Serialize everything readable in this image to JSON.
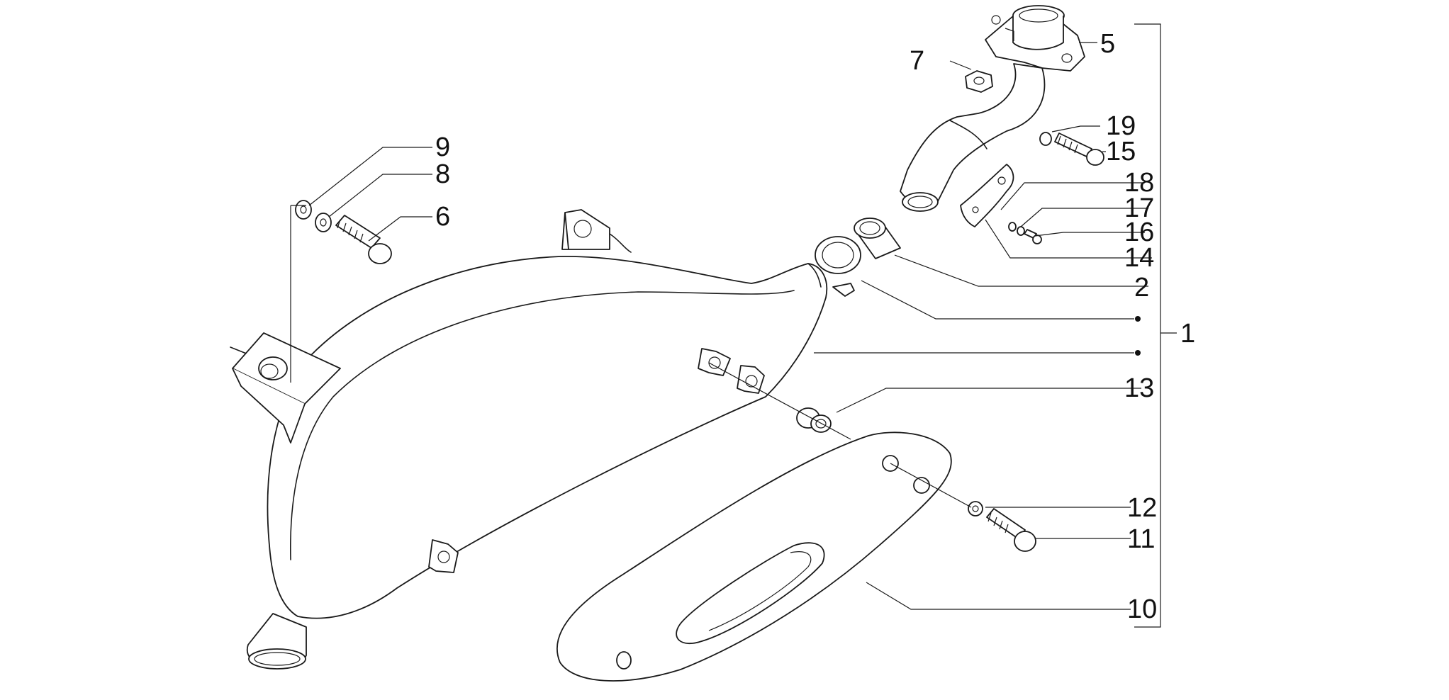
{
  "diagram": {
    "line_color": "#1a1a1a",
    "background": "#ffffff",
    "callouts": [
      {
        "id": "c1",
        "label": "1"
      },
      {
        "id": "c2",
        "label": "2"
      },
      {
        "id": "c5",
        "label": "5"
      },
      {
        "id": "c6",
        "label": "6"
      },
      {
        "id": "c7",
        "label": "7"
      },
      {
        "id": "c8",
        "label": "8"
      },
      {
        "id": "c9",
        "label": "9"
      },
      {
        "id": "c10",
        "label": "10"
      },
      {
        "id": "c11",
        "label": "11"
      },
      {
        "id": "c12",
        "label": "12"
      },
      {
        "id": "c13",
        "label": "13"
      },
      {
        "id": "c14",
        "label": "14"
      },
      {
        "id": "c15",
        "label": "15"
      },
      {
        "id": "c16",
        "label": "16"
      },
      {
        "id": "c17",
        "label": "17"
      },
      {
        "id": "c18",
        "label": "18"
      },
      {
        "id": "c19",
        "label": "19"
      }
    ]
  }
}
